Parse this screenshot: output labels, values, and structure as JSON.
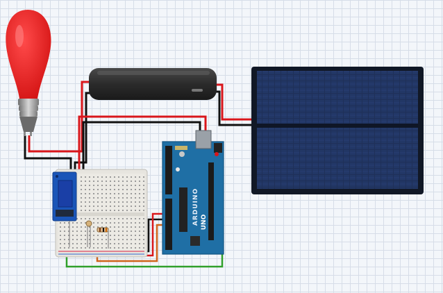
{
  "arduino": {
    "brand_label": "ARDUINO",
    "model_label": "UNO"
  },
  "colors": {
    "bulb": "#e21d1d",
    "wire_red": "#d9161b",
    "wire_black": "#111111",
    "wire_green": "#2fa02a",
    "wire_orange": "#d0641c",
    "arduino_blue": "#1f6fa5",
    "relay_blue": "#1a55b8",
    "solar_cell": "#1c2c50"
  },
  "components": [
    {
      "name": "light-bulb",
      "icon": "bulb-icon"
    },
    {
      "name": "power-bank",
      "icon": "battery-icon"
    },
    {
      "name": "solar-panel",
      "icon": "solar-panel-icon"
    },
    {
      "name": "relay-module",
      "icon": "relay-icon"
    },
    {
      "name": "breadboard",
      "icon": "breadboard-icon"
    },
    {
      "name": "arduino-uno",
      "icon": "microcontroller-icon"
    },
    {
      "name": "ldr-sensor",
      "icon": "photoresistor-icon"
    },
    {
      "name": "resistor",
      "icon": "resistor-icon"
    }
  ]
}
